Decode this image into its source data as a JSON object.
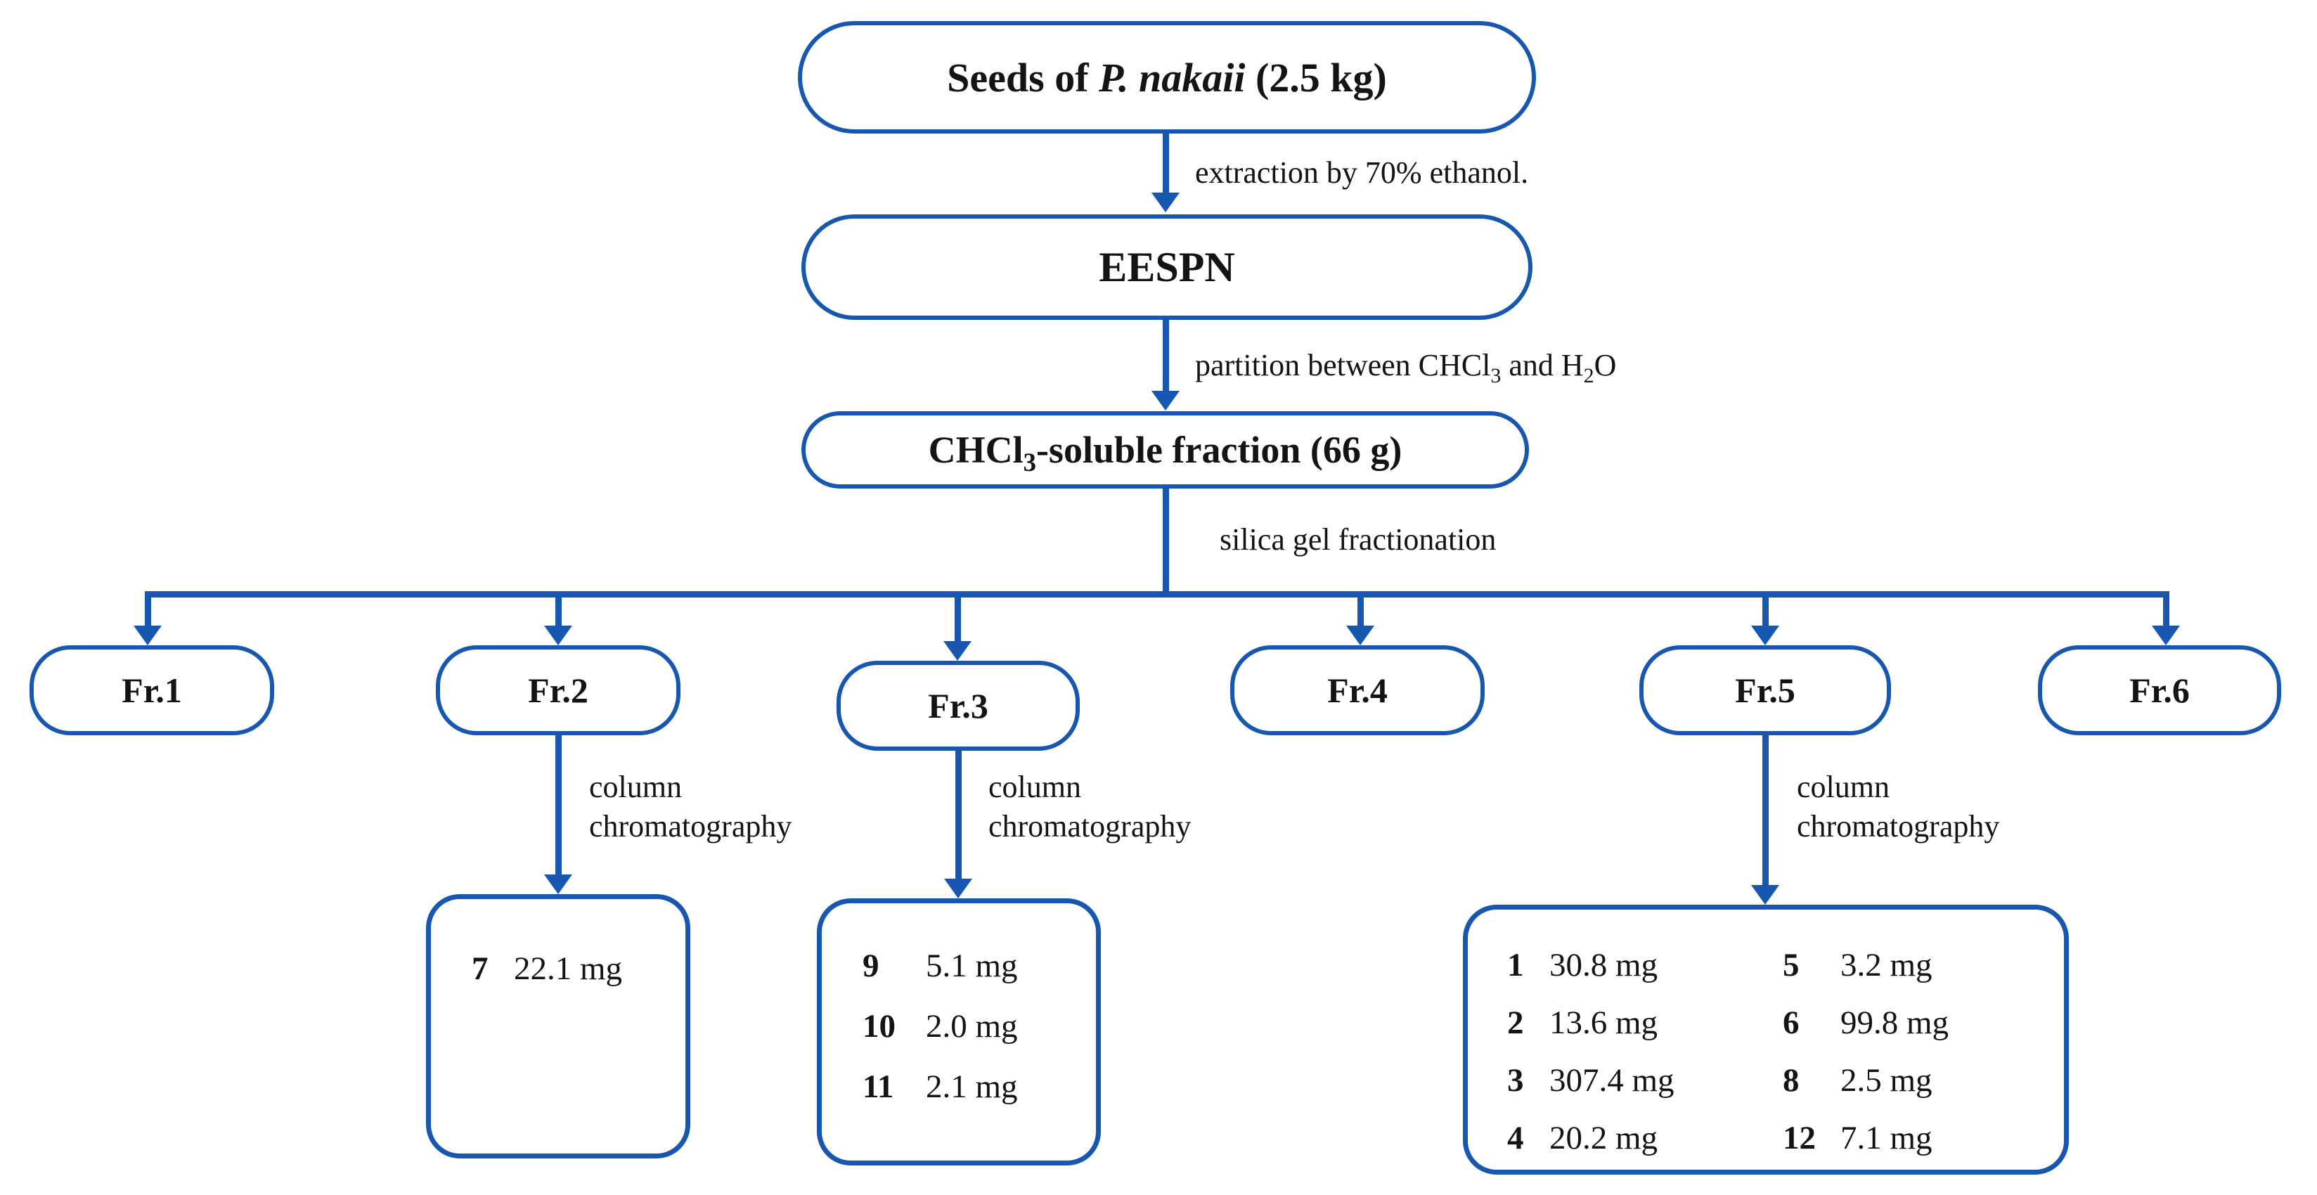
{
  "accent_color": "#1857b0",
  "title_nodes": {
    "seeds": {
      "pre": "Seeds of ",
      "italic": "P. nakaii",
      "post": "  (2.5 kg)"
    },
    "eespn": {
      "label": "EESPN"
    },
    "chcl3": {
      "pre": "CHCl",
      "sub": "3",
      "post": "-soluble fraction (66 g)"
    }
  },
  "fractions": [
    "Fr.1",
    "Fr.2",
    "Fr.3",
    "Fr.4",
    "Fr.5",
    "Fr.6"
  ],
  "edge_labels": {
    "extraction": "extraction by 70% ethanol.",
    "partition": {
      "p1": "partition between CHCl",
      "s1": "3",
      "p2": " and H",
      "s2": "2",
      "p3": "O"
    },
    "silica": "silica gel fractionation",
    "column_line1": "column",
    "column_line2": "chromatography"
  },
  "results": {
    "fr2": [
      {
        "id": "7",
        "mass": "22.1 mg"
      }
    ],
    "fr3": [
      {
        "id": "9",
        "mass": "5.1 mg"
      },
      {
        "id": "10",
        "mass": "2.0 mg"
      },
      {
        "id": "11",
        "mass": "2.1 mg"
      }
    ],
    "fr5_col1": [
      {
        "id": "1",
        "mass": "30.8 mg"
      },
      {
        "id": "2",
        "mass": "13.6 mg"
      },
      {
        "id": "3",
        "mass": "307.4 mg"
      },
      {
        "id": "4",
        "mass": "20.2 mg"
      }
    ],
    "fr5_col2": [
      {
        "id": "5",
        "mass": "3.2 mg"
      },
      {
        "id": "6",
        "mass": "99.8 mg"
      },
      {
        "id": "8",
        "mass": "2.5 mg"
      },
      {
        "id": "12",
        "mass": "7.1 mg"
      }
    ]
  }
}
